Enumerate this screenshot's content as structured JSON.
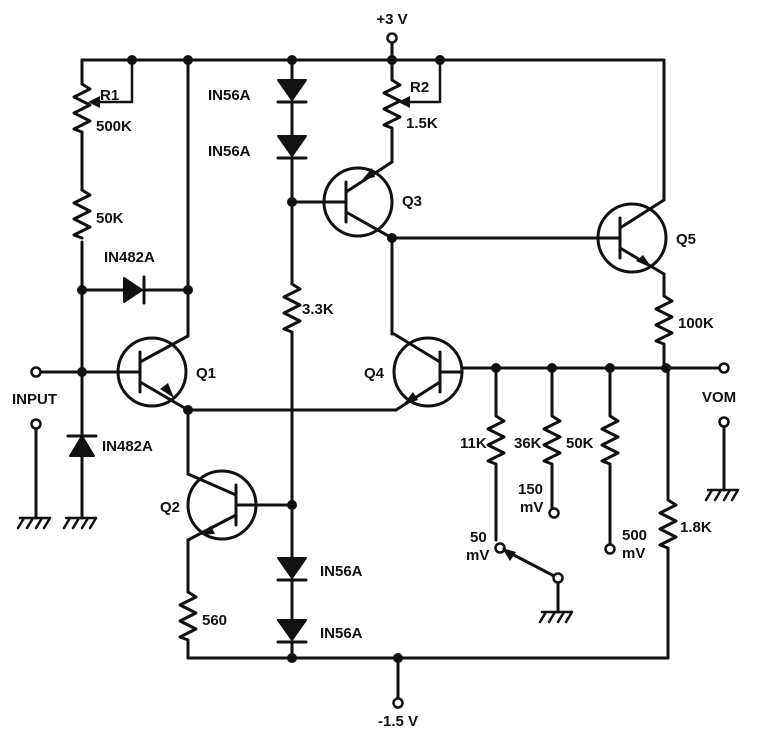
{
  "power": {
    "vpos": "+3 V",
    "vneg": "-1.5 V"
  },
  "terminals": {
    "input": "INPUT",
    "vom": "VOM"
  },
  "transistors": {
    "q1": "Q1",
    "q2": "Q2",
    "q3": "Q3",
    "q4": "Q4",
    "q5": "Q5"
  },
  "pots": {
    "r1": {
      "name": "R1",
      "value": "500K"
    },
    "r2": {
      "name": "R2",
      "value": "1.5K"
    }
  },
  "resistors": {
    "r50k_left": "50K",
    "r3_3k": "3.3K",
    "r560": "560",
    "r100k": "100K",
    "r1_8k": "1.8K",
    "r11k": "11K",
    "r36k": "36K",
    "r50k_range": "50K"
  },
  "diodes": {
    "d_top1": "IN56A",
    "d_top2": "IN56A",
    "d_bot1": "IN56A",
    "d_bot2": "IN56A",
    "d_h": "IN482A",
    "d_in": "IN482A"
  },
  "ranges": {
    "r50": {
      "num": "50",
      "unit": "mV"
    },
    "r150": {
      "num": "150",
      "unit": "mV"
    },
    "r500": {
      "num": "500",
      "unit": "mV"
    }
  }
}
